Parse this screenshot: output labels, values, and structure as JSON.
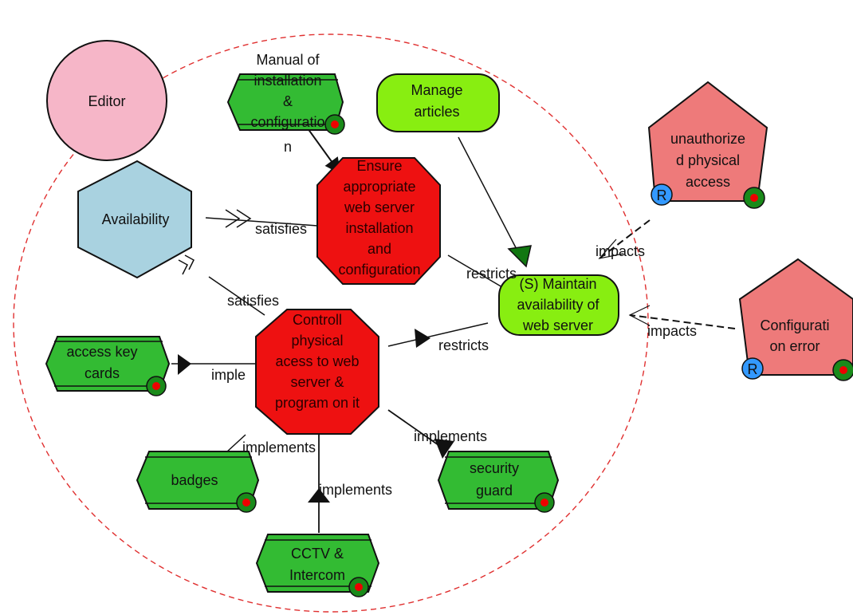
{
  "nodes": {
    "editor": "Editor",
    "manual": [
      "Manual of",
      "installation",
      "&",
      "configuratio",
      "n"
    ],
    "manage_articles": [
      "Manage",
      "articles"
    ],
    "availability": "Availability",
    "ensure_goal": [
      "Ensure",
      "appropriate",
      "web server",
      "installation",
      "and",
      "configuration"
    ],
    "control_goal": [
      "Controll",
      "physical",
      "acess to web",
      "server &",
      "program on it"
    ],
    "maintain_goal": [
      "(S) Maintain",
      "availability of",
      "web server"
    ],
    "access_key_cards": [
      "access key",
      "cards"
    ],
    "badges": "badges",
    "security_guard": [
      "security",
      "guard"
    ],
    "cctv": [
      "CCTV &",
      "Intercom"
    ],
    "unauthorized_access": [
      "unauthorize",
      "d physical",
      "access"
    ],
    "config_error": [
      "Configurati",
      "on error"
    ],
    "risk_marker": "R"
  },
  "links": {
    "satisfies_1": "satisfies",
    "satisfies_2": "satisfies",
    "restricts_1": "restricts",
    "restricts_2": "restricts",
    "implements_cards": "imple",
    "implements_badges": "implements",
    "implements_cctv": "implements",
    "implements_guard": "implements",
    "impacts_1": "impacts",
    "impacts_2": "impacts"
  },
  "colors": {
    "boundary": "#e03030",
    "actor_fill": "#f6b6c8",
    "softgoal_fill": "#a9d2e0",
    "goal_fill": "#ee1111",
    "task_fill": "#88ee11",
    "resource_fill": "#33bb33",
    "risk_fill": "#ee7a7a",
    "risk_badge": "#3399ff",
    "marker_ring": "#1a8a1a",
    "marker_center": "#ee0000"
  }
}
